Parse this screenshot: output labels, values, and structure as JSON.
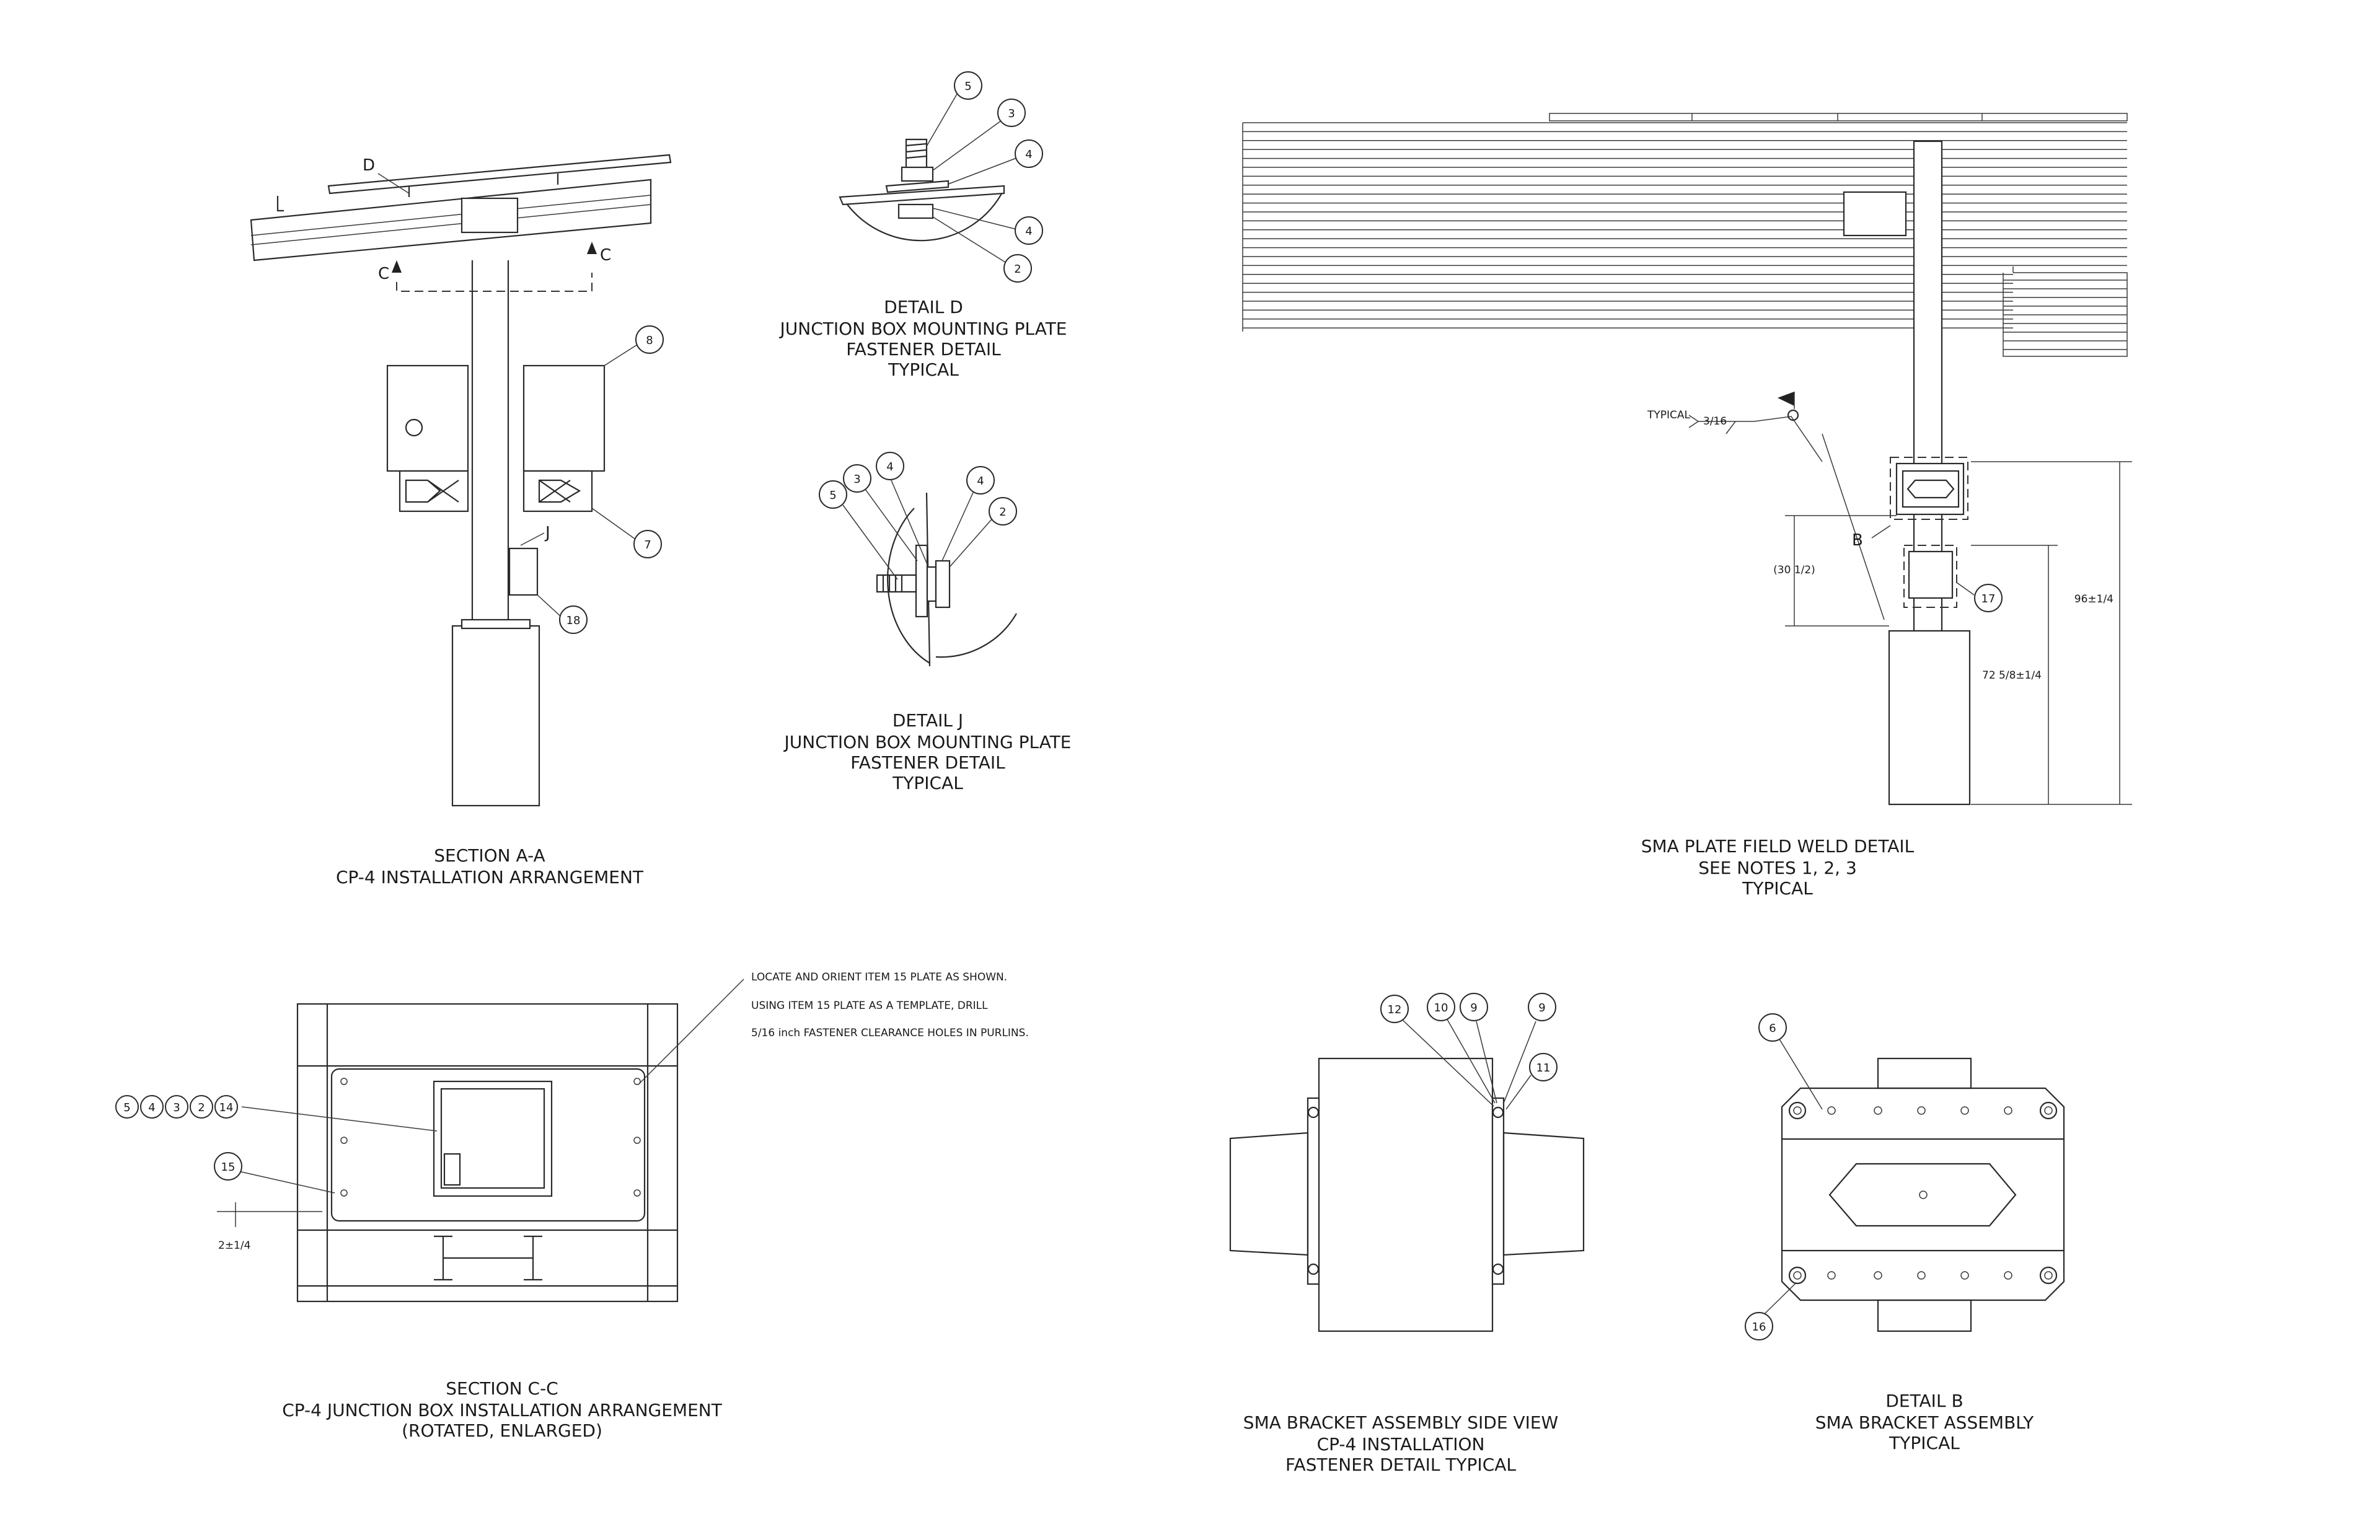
{
  "views": {
    "section_aa": {
      "title_line1": "SECTION A-A",
      "title_line2": "CP-4 INSTALLATION ARRANGEMENT",
      "labels": {
        "d": "D",
        "c_left": "C",
        "c_right": "C",
        "j": "J"
      },
      "balloons": [
        "8",
        "7",
        "18"
      ]
    },
    "detail_d": {
      "title_line1": "DETAIL  D",
      "title_line2": "JUNCTION BOX MOUNTING PLATE",
      "title_line3": "FASTENER DETAIL",
      "title_line4": "TYPICAL",
      "balloons": [
        "5",
        "3",
        "4",
        "4",
        "2"
      ]
    },
    "detail_j": {
      "title_line1": "DETAIL  J",
      "title_line2": "JUNCTION BOX MOUNTING PLATE",
      "title_line3": "FASTENER DETAIL",
      "title_line4": "TYPICAL",
      "balloons": [
        "5",
        "3",
        "4",
        "4",
        "2"
      ]
    },
    "sma_weld": {
      "title_line1": "SMA PLATE FIELD WELD DETAIL",
      "title_line2": "SEE NOTES 1, 2, 3",
      "title_line3": "TYPICAL",
      "weld_typical": "TYPICAL",
      "weld_size": "3/16",
      "label_b": "B",
      "dim_30": "(30 1/2)",
      "dim_72": "72 5/8±1/4",
      "dim_96": "96±1/4",
      "balloons": [
        "17"
      ]
    },
    "section_cc": {
      "title_line1": "SECTION C-C",
      "title_line2": "CP-4 JUNCTION BOX INSTALLATION ARRANGEMENT",
      "title_line3": "(ROTATED, ENLARGED)",
      "dim": "2±1/4",
      "balloons_row": [
        "5",
        "4",
        "3",
        "2",
        "14"
      ],
      "balloon_15": "15",
      "note_line1": "LOCATE AND ORIENT ITEM 15 PLATE AS SHOWN.",
      "note_line2": "USING ITEM 15 PLATE AS A TEMPLATE, DRILL",
      "note_line3": "5/16 inch FASTENER CLEARANCE HOLES IN PURLINS."
    },
    "sma_side": {
      "title_line1": "SMA BRACKET ASSEMBLY SIDE VIEW",
      "title_line2": "CP-4 INSTALLATION",
      "title_line3": "FASTENER DETAIL TYPICAL",
      "balloons": [
        "12",
        "10",
        "9",
        "9",
        "11"
      ]
    },
    "detail_b": {
      "title_line1": "DETAIL  B",
      "title_line2": "SMA BRACKET ASSEMBLY",
      "title_line3": "TYPICAL",
      "balloons": [
        "6",
        "16"
      ]
    }
  }
}
